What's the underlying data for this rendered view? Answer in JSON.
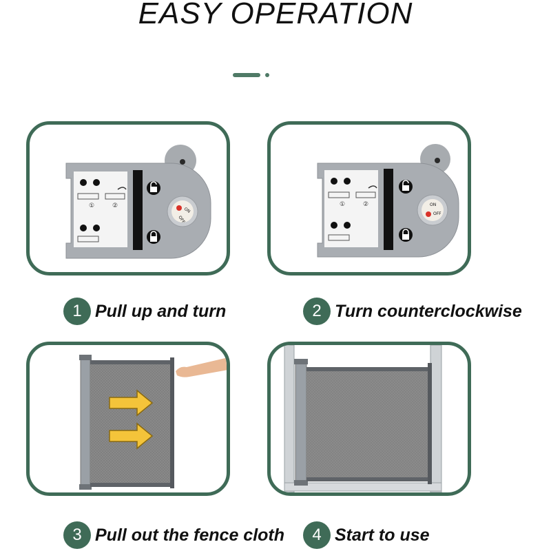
{
  "title": "EASY OPERATION",
  "colors": {
    "accent": "#3f6b57",
    "divider": "#4f7a66",
    "arrow_fill": "#f4c43a",
    "arrow_stroke": "#8a6a10",
    "mesh": "#8a8a8a",
    "frame": "#9aa0a6",
    "knob_red": "#d9322a"
  },
  "steps": [
    {
      "number": "1",
      "label": "Pull up and turn"
    },
    {
      "number": "2",
      "label": "Turn counterclockwise"
    },
    {
      "number": "3",
      "label": "Pull out the fence cloth"
    },
    {
      "number": "4",
      "label": "Start to use"
    }
  ],
  "knob": {
    "on_label": "ON",
    "off_label": "OFF"
  },
  "panel_marks": {
    "circle_1": "①",
    "circle_2": "②"
  },
  "icons": [
    "unlock-icon",
    "lock-icon",
    "rotate-arrow-icon",
    "right-arrow-icon"
  ]
}
